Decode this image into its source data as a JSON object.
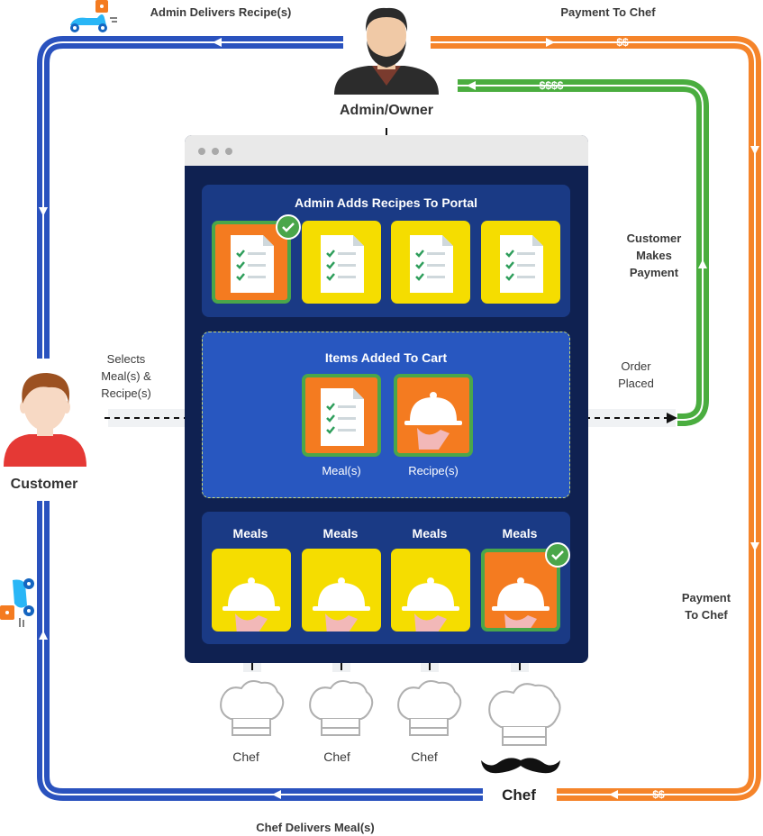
{
  "flow_labels": {
    "admin_delivers": "Admin Delivers Recipe(s)",
    "payment_to_chef_top": "Payment To Chef",
    "payment_top_amount": "$$",
    "customer_payment_amount": "$$$$",
    "customer_makes_payment": "Customer\nMakes\nPayment",
    "order_placed": "Order\nPlaced",
    "payment_to_chef_right": "Payment\nTo Chef",
    "payment_bottom_amount": "$$",
    "chef_delivers": "Chef Delivers Meal(s)",
    "selects": "Selects\nMeal(s) &\nRecipe(s)"
  },
  "actors": {
    "admin": "Admin/Owner",
    "customer": "Customer",
    "main_chef": "Chef",
    "chefs": [
      "Chef",
      "Chef",
      "Chef"
    ]
  },
  "portal": {
    "recipes_title": "Admin Adds Recipes To Portal",
    "cart_title": "Items Added To Cart",
    "cart_items": [
      "Meal(s)",
      "Recipe(s)"
    ],
    "meals_titles": [
      "Meals",
      "Meals",
      "Meals",
      "Meals"
    ]
  },
  "colors": {
    "blue_path": "#2a52be",
    "orange_path": "#f5842a",
    "green_path": "#4aad3f",
    "portal_bg": "#0f2151",
    "panel_bg": "#1a3a85",
    "cart_bg": "#2857c0",
    "tile_yellow": "#f5dd00",
    "tile_orange": "#f47b20",
    "check_green": "#4aa64a"
  },
  "icons": [
    "scooter-icon",
    "admin-avatar-icon",
    "customer-avatar-icon",
    "recipe-document-icon",
    "serving-cloche-icon",
    "chef-hat-icon",
    "mustache-icon",
    "checkmark-icon"
  ]
}
